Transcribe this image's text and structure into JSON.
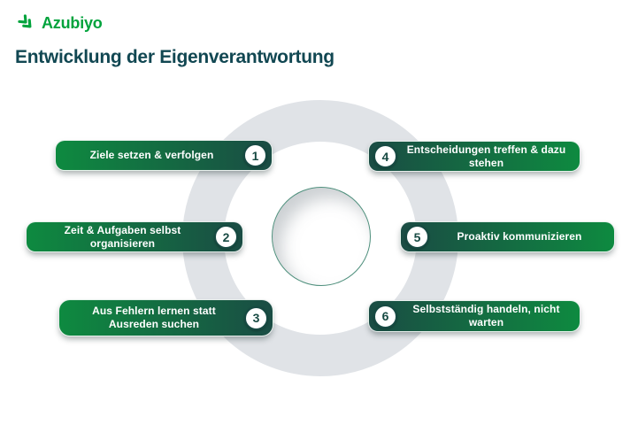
{
  "brand": {
    "name": "Azubiyo",
    "logo_color": "#00a33c"
  },
  "title": {
    "text": "Entwicklung der Eigenverantwortung",
    "color": "#114752"
  },
  "diagram": {
    "ring_color": "#e0e3e7",
    "pill_green": "#0e8a40",
    "pill_teal": "#1a4c44",
    "items": [
      {
        "number": "1",
        "label": "Ziele setzen & verfolgen",
        "side": "left"
      },
      {
        "number": "2",
        "label": "Zeit & Aufgaben selbst organisieren",
        "side": "left"
      },
      {
        "number": "3",
        "label": "Aus Fehlern lernen statt Ausreden suchen",
        "side": "left"
      },
      {
        "number": "4",
        "label": "Entscheidungen treffen & dazu stehen",
        "side": "right"
      },
      {
        "number": "5",
        "label": "Proaktiv kommunizieren",
        "side": "right"
      },
      {
        "number": "6",
        "label": "Selbstständig handeln, nicht warten",
        "side": "right"
      }
    ]
  }
}
